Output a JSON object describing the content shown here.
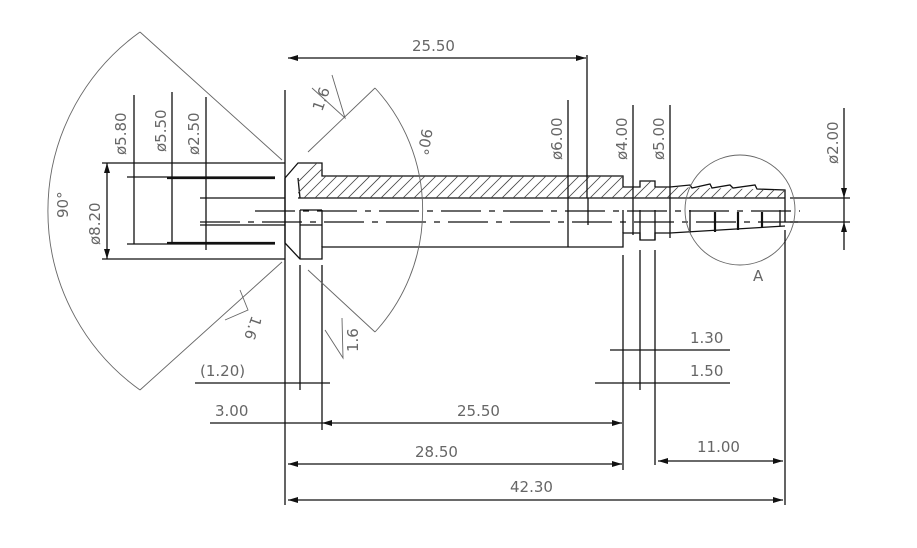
{
  "drawing": {
    "colors": {
      "line": "#111111",
      "text": "#666666"
    },
    "dimensions": {
      "top_length": "25.50",
      "dia_5_80": "ø5.80",
      "dia_5_50": "ø5.50",
      "dia_2_50": "ø2.50",
      "dia_8_20": "ø8.20",
      "angle_left": "90°",
      "angle_right": "90°",
      "roughness_top": "1.6",
      "roughness_bottom_left": "1.6",
      "roughness_bottom_right": "1.6",
      "dia_6_00": "ø6.00",
      "dia_4_00": "ø4.00",
      "dia_5_00": "ø5.00",
      "dia_2_00": "ø2.00",
      "detail_label": "A",
      "len_1_30": "1.30",
      "len_1_50": "1.50",
      "len_1_20": "(1.20)",
      "len_3_00": "3.00",
      "len_25_50": "25.50",
      "len_28_50": "28.50",
      "len_11_00": "11.00",
      "len_42_30": "42.30"
    }
  }
}
